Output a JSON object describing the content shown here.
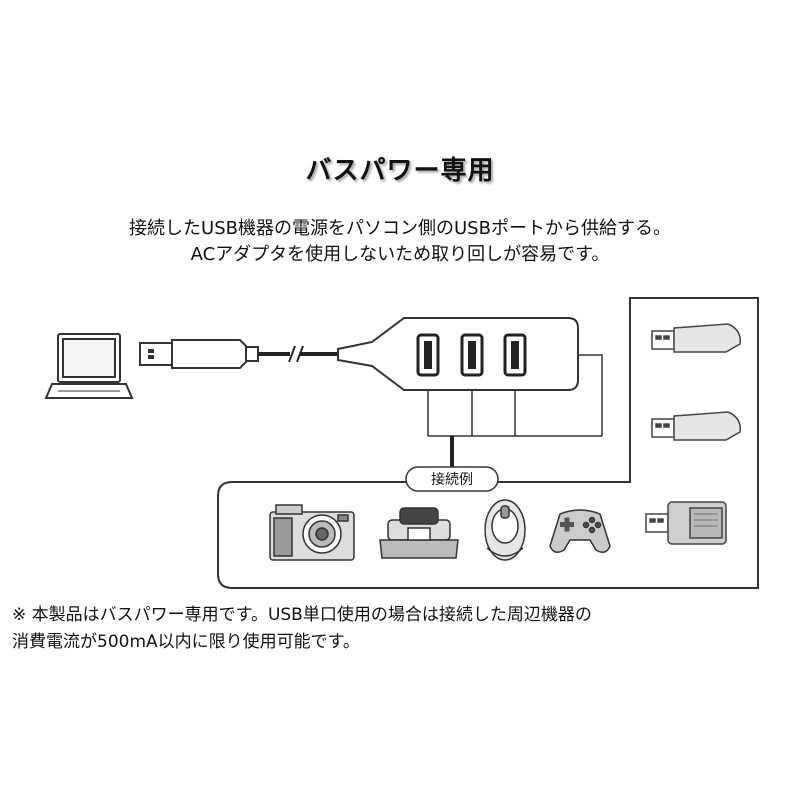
{
  "title": "バスパワー専用",
  "description": [
    "接続したUSB機器の電源をパソコン側のUSBポートから供給する。",
    "ACアダプタを使用しないため取り回しが容易です。"
  ],
  "diagram": {
    "example_label": "接続例",
    "source_device": "laptop-icon",
    "hub_ports": 3,
    "connected_devices": [
      "usb-flash-drive-icon",
      "usb-flash-drive-icon",
      "card-reader-icon",
      "digital-camera-icon",
      "charging-dock-icon",
      "mouse-icon",
      "gamepad-icon"
    ]
  },
  "note": [
    "※ 本製品はバスパワー専用です。USB単口使用の場合は接続した周辺機器の",
    "消費電流が500mA以内に限り使用可能です。"
  ]
}
